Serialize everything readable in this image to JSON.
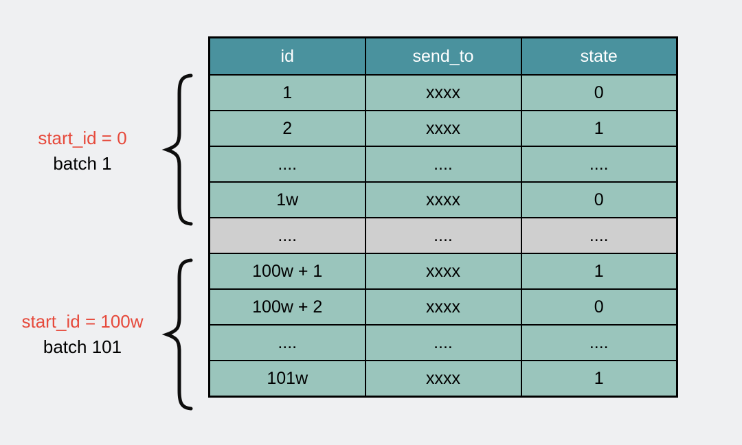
{
  "colors": {
    "page_bg": "#eff0f2",
    "header_bg": "#4a929e",
    "header_text": "#ffffff",
    "row_bg": "#9ac5bc",
    "separator_row_bg": "#cfcfcf",
    "border": "#000000",
    "accent_red": "#e64a3c",
    "text": "#000000"
  },
  "table": {
    "columns": [
      "id",
      "send_to",
      "state"
    ],
    "rows": [
      {
        "cells": [
          "1",
          "xxxx",
          "0"
        ],
        "variant": "normal"
      },
      {
        "cells": [
          "2",
          "xxxx",
          "1"
        ],
        "variant": "normal"
      },
      {
        "cells": [
          "....",
          "....",
          "...."
        ],
        "variant": "normal"
      },
      {
        "cells": [
          "1w",
          "xxxx",
          "0"
        ],
        "variant": "normal"
      },
      {
        "cells": [
          "....",
          "....",
          "...."
        ],
        "variant": "separator"
      },
      {
        "cells": [
          "100w + 1",
          "xxxx",
          "1"
        ],
        "variant": "normal"
      },
      {
        "cells": [
          "100w + 2",
          "xxxx",
          "0"
        ],
        "variant": "normal"
      },
      {
        "cells": [
          "....",
          "....",
          "...."
        ],
        "variant": "normal"
      },
      {
        "cells": [
          "101w",
          "xxxx",
          "1"
        ],
        "variant": "normal"
      }
    ]
  },
  "annotations": {
    "batch1": {
      "start_id": "start_id = 0",
      "batch": "batch 1"
    },
    "batch101": {
      "start_id": "start_id = 100w",
      "batch": "batch 101"
    }
  }
}
